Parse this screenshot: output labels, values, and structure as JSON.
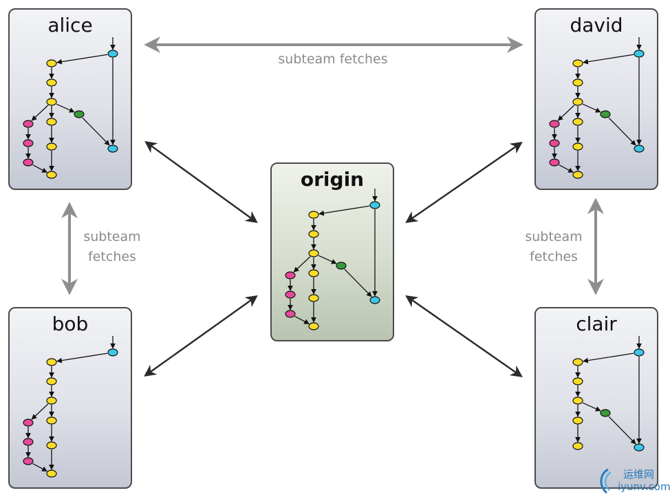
{
  "repos": {
    "alice": {
      "title": "alice",
      "graph": "full"
    },
    "david": {
      "title": "david",
      "graph": "full"
    },
    "origin": {
      "title": "origin",
      "graph": "full"
    },
    "bob": {
      "title": "bob",
      "graph": "no-green"
    },
    "clair": {
      "title": "clair",
      "graph": "no-pink"
    }
  },
  "labels": {
    "top_fetch": "subteam fetches",
    "left_fetch_1": "subteam",
    "left_fetch_2": "fetches",
    "right_fetch_1": "subteam",
    "right_fetch_2": "fetches"
  },
  "colors": {
    "commit_yellow": "#f9dc2a",
    "commit_pink": "#e64a98",
    "commit_green": "#3b9a3a",
    "commit_cyan": "#3cc7e6",
    "arrow_gray": "#8e8e8e",
    "arrow_dark": "#2b2b2b"
  },
  "watermark": {
    "cn": "运维网",
    "en": "iyunv.com"
  }
}
